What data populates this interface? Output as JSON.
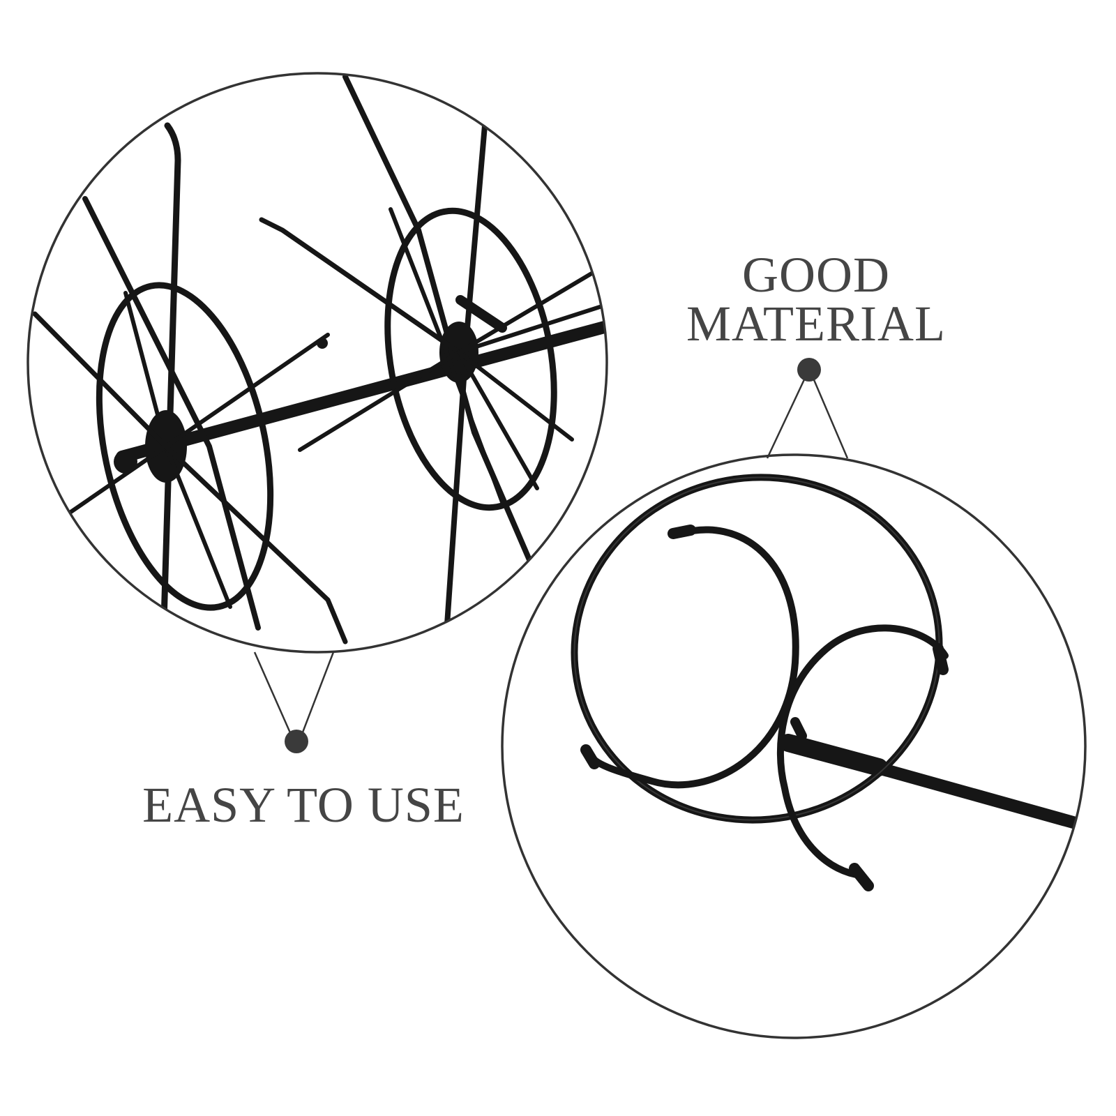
{
  "callouts": {
    "left": {
      "caption": "EASY TO USE"
    },
    "right": {
      "caption_line1": "GOOD",
      "caption_line2": "MATERIAL"
    }
  },
  "colors": {
    "background": "#ffffff",
    "frame": "#333333",
    "metal": "#161616",
    "caption": "#454545"
  },
  "pictures": {
    "left": "close-up-of-metal-wire-plant-support-frame",
    "right": "close-up-of-ring-with-inner-loops-on-stake"
  }
}
